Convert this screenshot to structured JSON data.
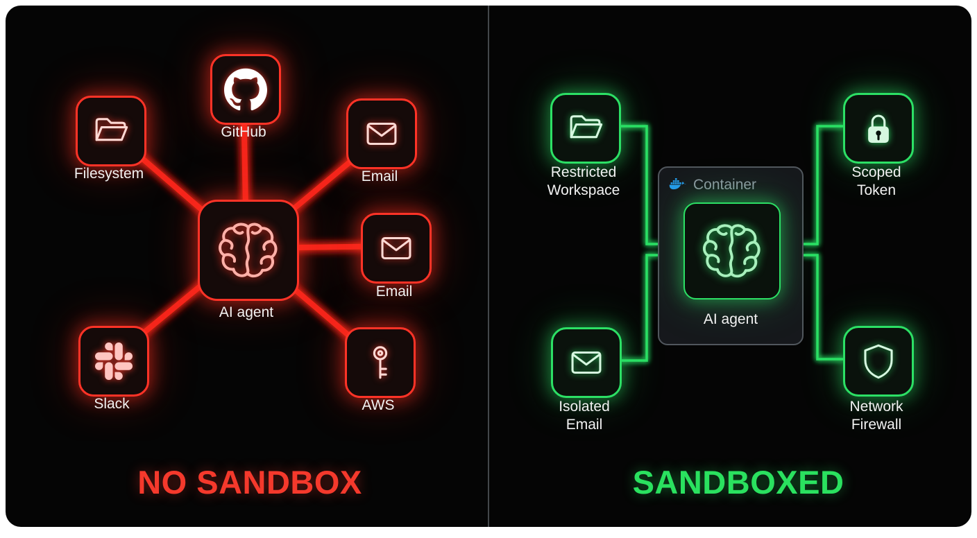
{
  "left_panel": {
    "title": "NO SANDBOX",
    "accent_color": "#ff3327",
    "center_node": {
      "label": "AI agent",
      "icon": "brain-icon"
    },
    "nodes": [
      {
        "label": "Filesystem",
        "icon": "folder-icon"
      },
      {
        "label": "GitHub",
        "icon": "github-icon"
      },
      {
        "label": "Email",
        "icon": "envelope-icon"
      },
      {
        "label": "Email",
        "icon": "envelope-icon"
      },
      {
        "label": "Slack",
        "icon": "slack-icon"
      },
      {
        "label": "AWS",
        "icon": "key-icon"
      }
    ]
  },
  "right_panel": {
    "title": "SANDBOXED",
    "accent_color": "#2ce065",
    "container_label": "Container",
    "container_icon": "docker-icon",
    "center_node": {
      "label": "AI agent",
      "icon": "brain-icon"
    },
    "nodes": [
      {
        "label": "Restricted Workspace",
        "icon": "folder-icon"
      },
      {
        "label": "Scoped Token",
        "icon": "lock-icon"
      },
      {
        "label": "Isolated Email",
        "icon": "envelope-icon"
      },
      {
        "label": "Network Firewall",
        "icon": "shield-icon"
      }
    ]
  }
}
